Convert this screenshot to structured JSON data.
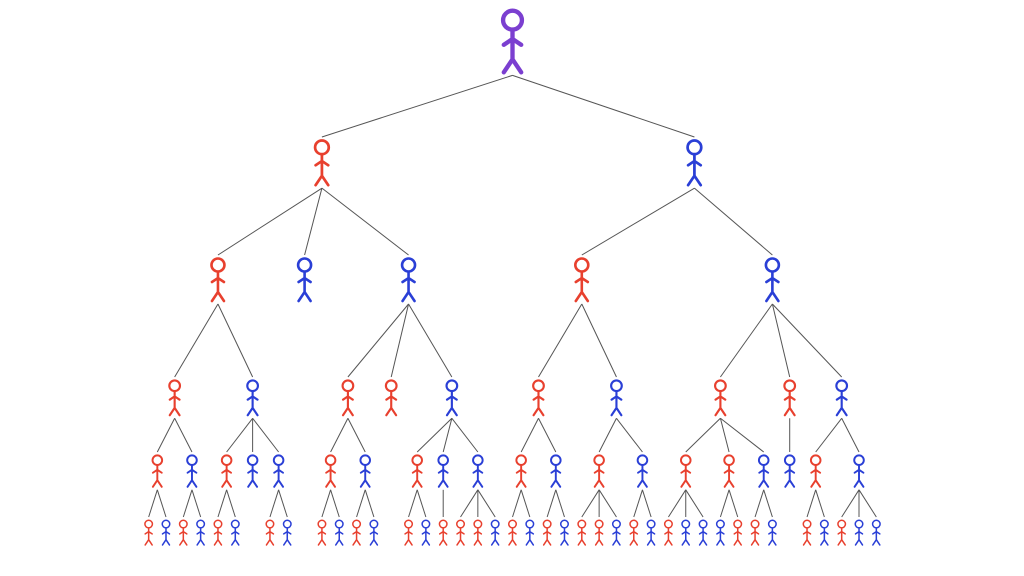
{
  "diagram": {
    "kind": "family-tree",
    "colors": {
      "root": "#7b3fd0",
      "red": "#e8402e",
      "blue": "#2a3fd6",
      "line": "#555555"
    },
    "root": {
      "color": "purple",
      "children": [
        {
          "color": "red",
          "children": [
            {
              "color": "red",
              "children": [
                {
                  "color": "red",
                  "children": [
                    {
                      "color": "red",
                      "children": [
                        {
                          "color": "red"
                        },
                        {
                          "color": "blue"
                        }
                      ]
                    },
                    {
                      "color": "blue",
                      "children": [
                        {
                          "color": "red"
                        },
                        {
                          "color": "blue"
                        }
                      ]
                    }
                  ]
                },
                {
                  "color": "blue",
                  "children": [
                    {
                      "color": "red",
                      "children": [
                        {
                          "color": "red"
                        },
                        {
                          "color": "blue"
                        }
                      ]
                    },
                    {
                      "color": "blue"
                    },
                    {
                      "color": "blue",
                      "children": [
                        {
                          "color": "red"
                        },
                        {
                          "color": "blue"
                        }
                      ]
                    }
                  ]
                }
              ]
            },
            {
              "color": "blue"
            },
            {
              "color": "blue",
              "children": [
                {
                  "color": "red",
                  "children": [
                    {
                      "color": "red",
                      "children": [
                        {
                          "color": "red"
                        },
                        {
                          "color": "blue"
                        }
                      ]
                    },
                    {
                      "color": "blue",
                      "children": [
                        {
                          "color": "red"
                        },
                        {
                          "color": "blue"
                        }
                      ]
                    }
                  ]
                },
                {
                  "color": "red"
                },
                {
                  "color": "blue",
                  "children": [
                    {
                      "color": "red",
                      "children": [
                        {
                          "color": "red"
                        },
                        {
                          "color": "blue"
                        }
                      ]
                    },
                    {
                      "color": "blue",
                      "children": [
                        {
                          "color": "red"
                        }
                      ]
                    },
                    {
                      "color": "blue",
                      "children": [
                        {
                          "color": "red"
                        },
                        {
                          "color": "red"
                        },
                        {
                          "color": "blue"
                        }
                      ]
                    }
                  ]
                }
              ]
            }
          ]
        },
        {
          "color": "blue",
          "children": [
            {
              "color": "red",
              "children": [
                {
                  "color": "red",
                  "children": [
                    {
                      "color": "red",
                      "children": [
                        {
                          "color": "red"
                        },
                        {
                          "color": "blue"
                        }
                      ]
                    },
                    {
                      "color": "blue",
                      "children": [
                        {
                          "color": "red"
                        },
                        {
                          "color": "blue"
                        }
                      ]
                    }
                  ]
                },
                {
                  "color": "blue",
                  "children": [
                    {
                      "color": "red",
                      "children": [
                        {
                          "color": "red"
                        },
                        {
                          "color": "red"
                        },
                        {
                          "color": "blue"
                        }
                      ]
                    },
                    {
                      "color": "blue",
                      "children": [
                        {
                          "color": "red"
                        },
                        {
                          "color": "blue"
                        }
                      ]
                    }
                  ]
                }
              ]
            },
            {
              "color": "blue",
              "children": [
                {
                  "color": "red",
                  "children": [
                    {
                      "color": "red",
                      "children": [
                        {
                          "color": "red"
                        },
                        {
                          "color": "blue"
                        },
                        {
                          "color": "blue"
                        }
                      ]
                    },
                    {
                      "color": "red",
                      "children": [
                        {
                          "color": "blue"
                        },
                        {
                          "color": "red"
                        }
                      ]
                    },
                    {
                      "color": "blue",
                      "children": [
                        {
                          "color": "red"
                        },
                        {
                          "color": "blue"
                        }
                      ]
                    }
                  ]
                },
                {
                  "color": "red",
                  "children": [
                    {
                      "color": "blue"
                    }
                  ]
                },
                {
                  "color": "blue",
                  "children": [
                    {
                      "color": "red",
                      "children": [
                        {
                          "color": "red"
                        },
                        {
                          "color": "blue"
                        }
                      ]
                    },
                    {
                      "color": "blue",
                      "children": [
                        {
                          "color": "red"
                        },
                        {
                          "color": "blue"
                        },
                        {
                          "color": "blue"
                        }
                      ]
                    }
                  ]
                }
              ]
            }
          ]
        }
      ]
    }
  }
}
